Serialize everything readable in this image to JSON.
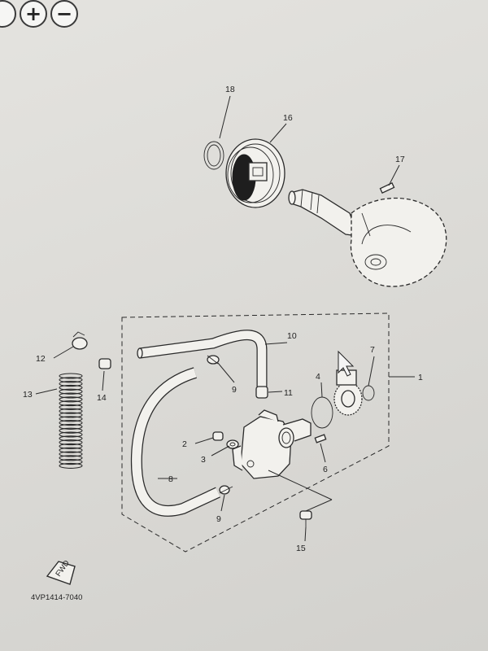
{
  "zoom": {
    "reset_label": "",
    "zoom_in_label": "+",
    "zoom_out_label": "−"
  },
  "diagram": {
    "code": "4VP1414-7040",
    "fwd_label": "FWD",
    "callouts": {
      "c1": "1",
      "c2": "2",
      "c3": "3",
      "c4": "4",
      "c6": "6",
      "c7": "7",
      "c8": "8",
      "c9a": "9",
      "c9b": "9",
      "c10": "10",
      "c11": "11",
      "c12": "12",
      "c13": "13",
      "c14": "14",
      "c15": "15",
      "c16": "16",
      "c17": "17",
      "c18": "18"
    }
  }
}
